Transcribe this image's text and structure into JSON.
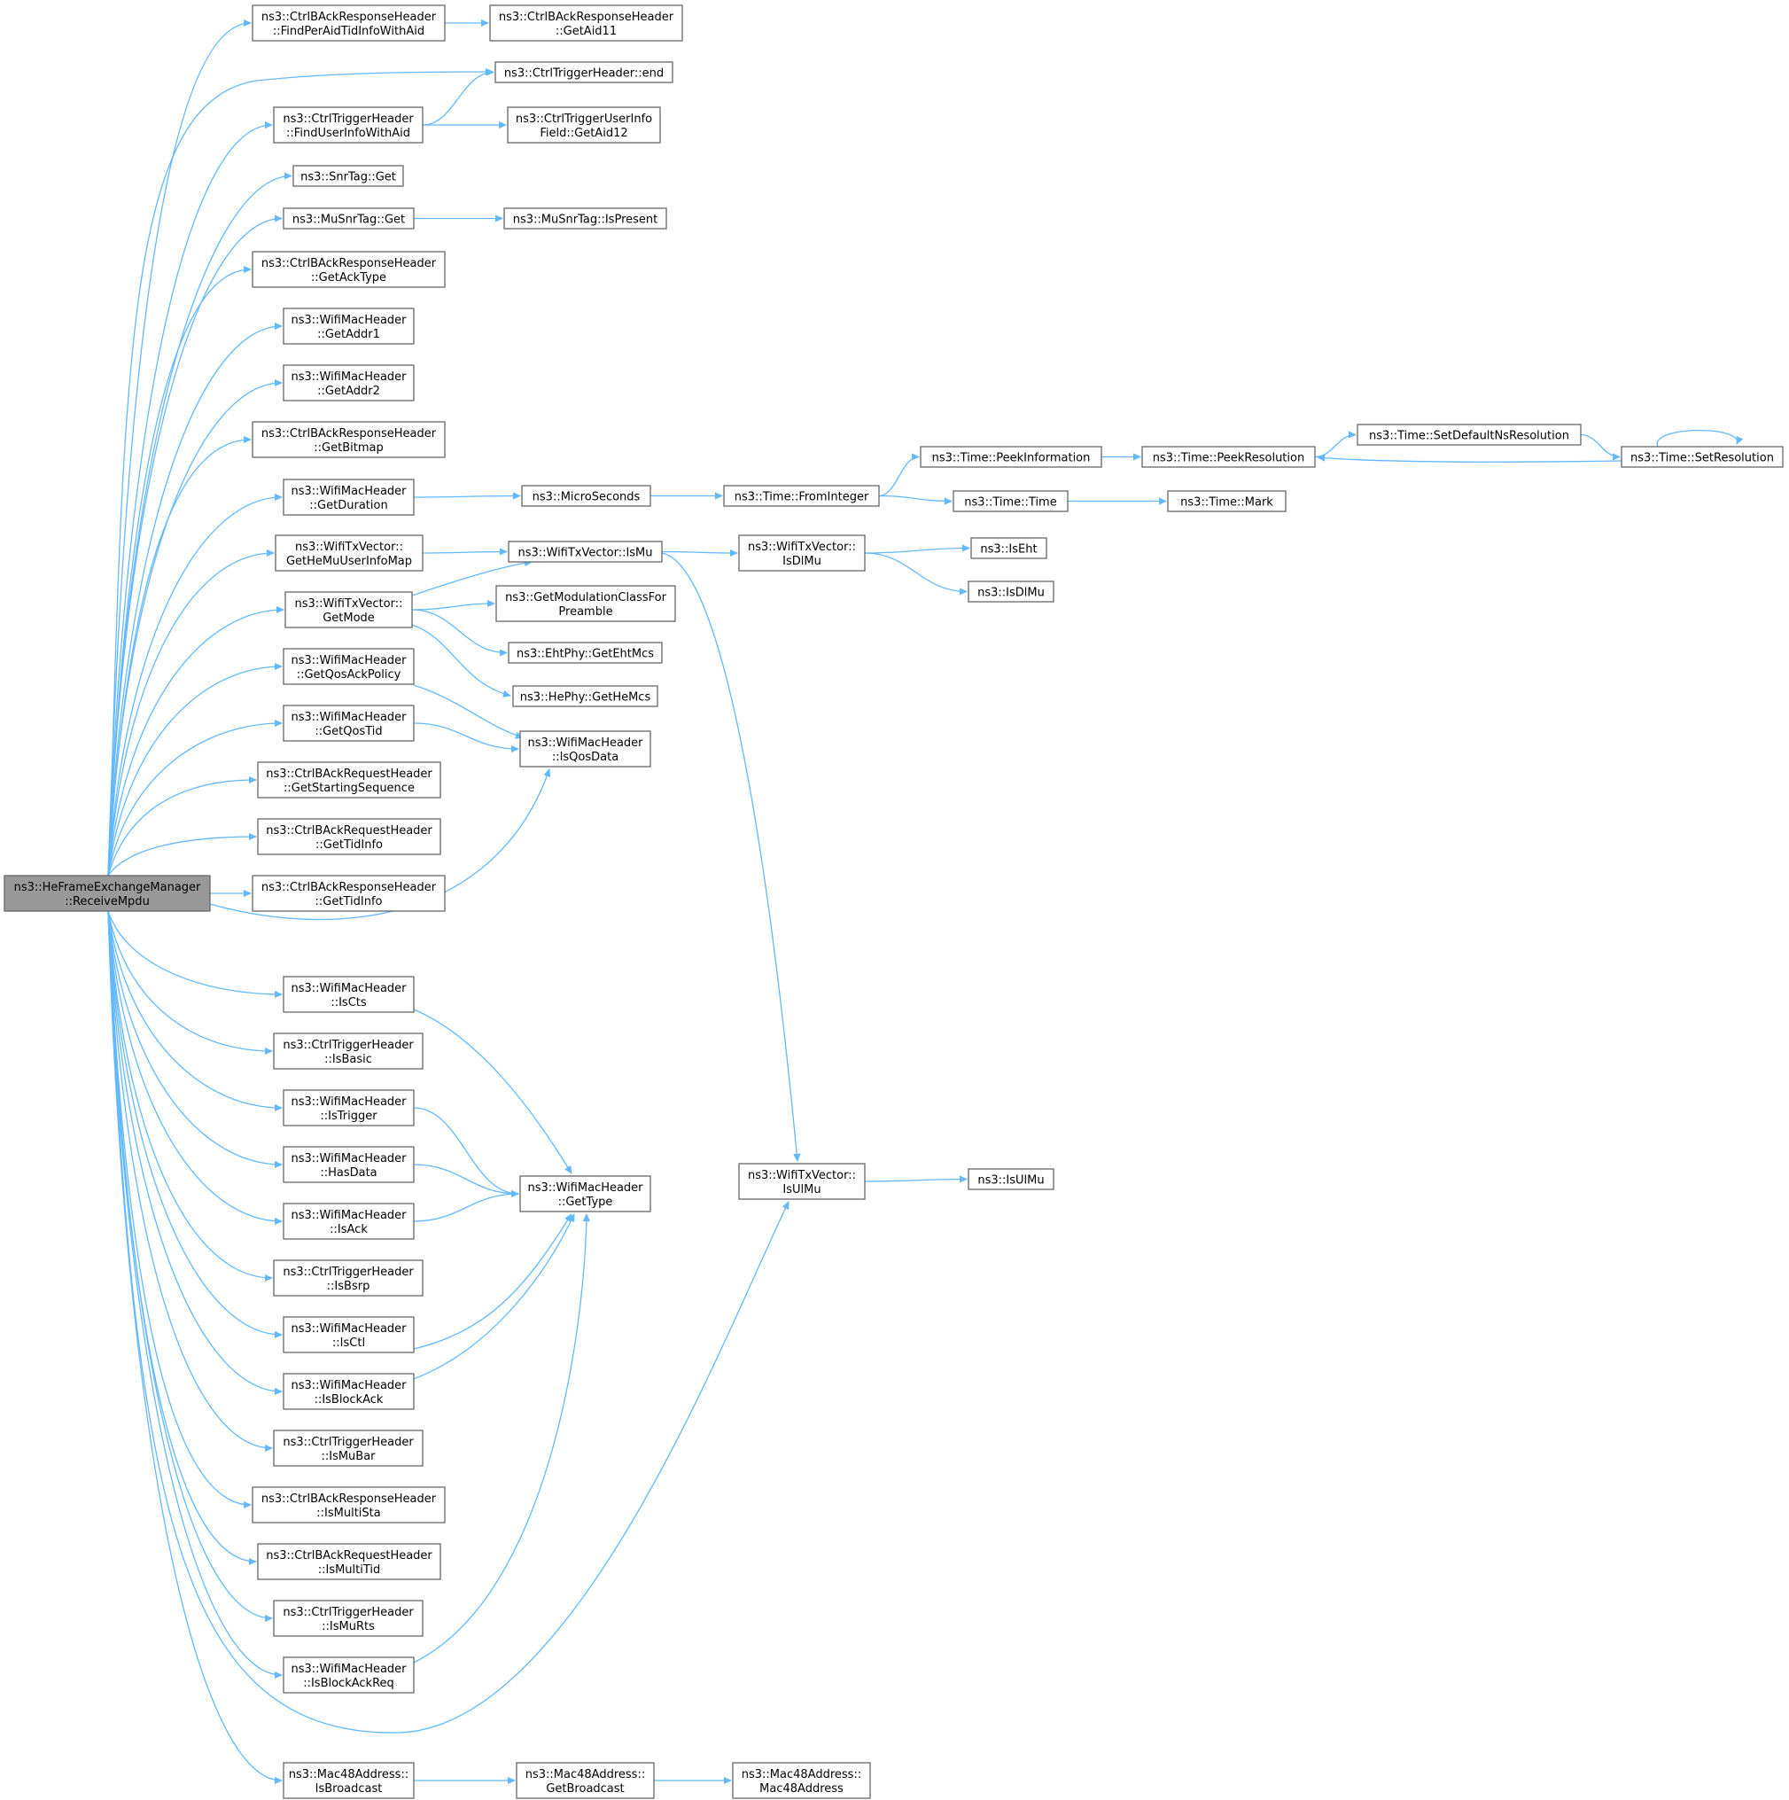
{
  "graph": {
    "colors": {
      "edge": "#63b8ff",
      "node_border": "#666666",
      "node_fill": "#ffffff",
      "root_fill": "#999999"
    },
    "nodes": [
      {
        "id": "root",
        "lines": [
          "ns3::HeFrameExchangeManager",
          "::ReceiveMpdu"
        ],
        "root": true
      },
      {
        "id": "findPerAid",
        "lines": [
          "ns3::CtrlBAckResponseHeader",
          "::FindPerAidTidInfoWithAid"
        ]
      },
      {
        "id": "getAid11",
        "lines": [
          "ns3::CtrlBAckResponseHeader",
          "::GetAid11"
        ]
      },
      {
        "id": "triggerEnd",
        "lines": [
          "ns3::CtrlTriggerHeader::end"
        ]
      },
      {
        "id": "findUserInfo",
        "lines": [
          "ns3::CtrlTriggerHeader",
          "::FindUserInfoWithAid"
        ]
      },
      {
        "id": "getAid12",
        "lines": [
          "ns3::CtrlTriggerUserInfo",
          "Field::GetAid12"
        ]
      },
      {
        "id": "snrGet",
        "lines": [
          "ns3::SnrTag::Get"
        ]
      },
      {
        "id": "muSnrGet",
        "lines": [
          "ns3::MuSnrTag::Get"
        ]
      },
      {
        "id": "muSnrIsPresent",
        "lines": [
          "ns3::MuSnrTag::IsPresent"
        ]
      },
      {
        "id": "getAckType",
        "lines": [
          "ns3::CtrlBAckResponseHeader",
          "::GetAckType"
        ]
      },
      {
        "id": "getAddr1",
        "lines": [
          "ns3::WifiMacHeader",
          "::GetAddr1"
        ]
      },
      {
        "id": "getAddr2",
        "lines": [
          "ns3::WifiMacHeader",
          "::GetAddr2"
        ]
      },
      {
        "id": "getBitmap",
        "lines": [
          "ns3::CtrlBAckResponseHeader",
          "::GetBitmap"
        ]
      },
      {
        "id": "getDuration",
        "lines": [
          "ns3::WifiMacHeader",
          "::GetDuration"
        ]
      },
      {
        "id": "microSeconds",
        "lines": [
          "ns3::MicroSeconds"
        ]
      },
      {
        "id": "fromInteger",
        "lines": [
          "ns3::Time::FromInteger"
        ]
      },
      {
        "id": "peekInformation",
        "lines": [
          "ns3::Time::PeekInformation"
        ]
      },
      {
        "id": "peekResolution",
        "lines": [
          "ns3::Time::PeekResolution"
        ]
      },
      {
        "id": "setDefaultNsRes",
        "lines": [
          "ns3::Time::SetDefaultNsResolution"
        ]
      },
      {
        "id": "setResolution",
        "lines": [
          "ns3::Time::SetResolution"
        ]
      },
      {
        "id": "timeTime",
        "lines": [
          "ns3::Time::Time"
        ]
      },
      {
        "id": "timeMark",
        "lines": [
          "ns3::Time::Mark"
        ]
      },
      {
        "id": "getHeMuUserInfoMap",
        "lines": [
          "ns3::WifiTxVector::",
          "GetHeMuUserInfoMap"
        ]
      },
      {
        "id": "txIsMu",
        "lines": [
          "ns3::WifiTxVector::IsMu"
        ]
      },
      {
        "id": "txIsDlMu",
        "lines": [
          "ns3::WifiTxVector::",
          "IsDlMu"
        ]
      },
      {
        "id": "isEht",
        "lines": [
          "ns3::IsEht"
        ]
      },
      {
        "id": "isDlMu",
        "lines": [
          "ns3::IsDlMu"
        ]
      },
      {
        "id": "getMode",
        "lines": [
          "ns3::WifiTxVector::",
          "GetMode"
        ]
      },
      {
        "id": "getModClass",
        "lines": [
          "ns3::GetModulationClassFor",
          "Preamble"
        ]
      },
      {
        "id": "getEhtMcs",
        "lines": [
          "ns3::EhtPhy::GetEhtMcs"
        ]
      },
      {
        "id": "getHeMcs",
        "lines": [
          "ns3::HePhy::GetHeMcs"
        ]
      },
      {
        "id": "getQosAckPolicy",
        "lines": [
          "ns3::WifiMacHeader",
          "::GetQosAckPolicy"
        ]
      },
      {
        "id": "getQosTid",
        "lines": [
          "ns3::WifiMacHeader",
          "::GetQosTid"
        ]
      },
      {
        "id": "isQosData",
        "lines": [
          "ns3::WifiMacHeader",
          "::IsQosData"
        ]
      },
      {
        "id": "getStartingSeq",
        "lines": [
          "ns3::CtrlBAckRequestHeader",
          "::GetStartingSequence"
        ]
      },
      {
        "id": "reqGetTidInfo",
        "lines": [
          "ns3::CtrlBAckRequestHeader",
          "::GetTidInfo"
        ]
      },
      {
        "id": "respGetTidInfo",
        "lines": [
          "ns3::CtrlBAckResponseHeader",
          "::GetTidInfo"
        ]
      },
      {
        "id": "isCts",
        "lines": [
          "ns3::WifiMacHeader",
          "::IsCts"
        ]
      },
      {
        "id": "isBasic",
        "lines": [
          "ns3::CtrlTriggerHeader",
          "::IsBasic"
        ]
      },
      {
        "id": "isTrigger",
        "lines": [
          "ns3::WifiMacHeader",
          "::IsTrigger"
        ]
      },
      {
        "id": "hasData",
        "lines": [
          "ns3::WifiMacHeader",
          "::HasData"
        ]
      },
      {
        "id": "getType",
        "lines": [
          "ns3::WifiMacHeader",
          "::GetType"
        ]
      },
      {
        "id": "txIsUlMu",
        "lines": [
          "ns3::WifiTxVector::",
          "IsUlMu"
        ]
      },
      {
        "id": "isUlMu",
        "lines": [
          "ns3::IsUlMu"
        ]
      },
      {
        "id": "isAck",
        "lines": [
          "ns3::WifiMacHeader",
          "::IsAck"
        ]
      },
      {
        "id": "isBsrp",
        "lines": [
          "ns3::CtrlTriggerHeader",
          "::IsBsrp"
        ]
      },
      {
        "id": "isCtl",
        "lines": [
          "ns3::WifiMacHeader",
          "::IsCtl"
        ]
      },
      {
        "id": "isBlockAck",
        "lines": [
          "ns3::WifiMacHeader",
          "::IsBlockAck"
        ]
      },
      {
        "id": "isMuBar",
        "lines": [
          "ns3::CtrlTriggerHeader",
          "::IsMuBar"
        ]
      },
      {
        "id": "isMultiSta",
        "lines": [
          "ns3::CtrlBAckResponseHeader",
          "::IsMultiSta"
        ]
      },
      {
        "id": "isMultiTid",
        "lines": [
          "ns3::CtrlBAckRequestHeader",
          "::IsMultiTid"
        ]
      },
      {
        "id": "isMuRts",
        "lines": [
          "ns3::CtrlTriggerHeader",
          "::IsMuRts"
        ]
      },
      {
        "id": "isBlockAckReq",
        "lines": [
          "ns3::WifiMacHeader",
          "::IsBlockAckReq"
        ]
      },
      {
        "id": "isBroadcast",
        "lines": [
          "ns3::Mac48Address::",
          "IsBroadcast"
        ]
      },
      {
        "id": "getBroadcast",
        "lines": [
          "ns3::Mac48Address::",
          "GetBroadcast"
        ]
      },
      {
        "id": "mac48Address",
        "lines": [
          "ns3::Mac48Address::",
          "Mac48Address"
        ]
      }
    ],
    "edges": [
      [
        "root",
        "findPerAid"
      ],
      [
        "findPerAid",
        "getAid11"
      ],
      [
        "root",
        "triggerEnd"
      ],
      [
        "root",
        "findUserInfo"
      ],
      [
        "findUserInfo",
        "triggerEnd"
      ],
      [
        "findUserInfo",
        "getAid12"
      ],
      [
        "root",
        "snrGet"
      ],
      [
        "root",
        "muSnrGet"
      ],
      [
        "muSnrGet",
        "muSnrIsPresent"
      ],
      [
        "root",
        "getAckType"
      ],
      [
        "root",
        "getAddr1"
      ],
      [
        "root",
        "getAddr2"
      ],
      [
        "root",
        "getBitmap"
      ],
      [
        "root",
        "getDuration"
      ],
      [
        "getDuration",
        "microSeconds"
      ],
      [
        "microSeconds",
        "fromInteger"
      ],
      [
        "fromInteger",
        "peekInformation"
      ],
      [
        "fromInteger",
        "timeTime"
      ],
      [
        "peekInformation",
        "peekResolution"
      ],
      [
        "peekResolution",
        "setDefaultNsRes"
      ],
      [
        "setDefaultNsRes",
        "setResolution"
      ],
      [
        "setResolution",
        "peekResolution"
      ],
      [
        "setResolution",
        "setResolution"
      ],
      [
        "timeTime",
        "timeMark"
      ],
      [
        "root",
        "getHeMuUserInfoMap"
      ],
      [
        "getHeMuUserInfoMap",
        "txIsMu"
      ],
      [
        "txIsMu",
        "txIsDlMu"
      ],
      [
        "txIsMu",
        "txIsUlMu"
      ],
      [
        "txIsDlMu",
        "isEht"
      ],
      [
        "txIsDlMu",
        "isDlMu"
      ],
      [
        "root",
        "getMode"
      ],
      [
        "getMode",
        "txIsMu"
      ],
      [
        "getMode",
        "getModClass"
      ],
      [
        "getMode",
        "getEhtMcs"
      ],
      [
        "getMode",
        "getHeMcs"
      ],
      [
        "root",
        "getQosAckPolicy"
      ],
      [
        "getQosAckPolicy",
        "isQosData"
      ],
      [
        "root",
        "getQosTid"
      ],
      [
        "getQosTid",
        "isQosData"
      ],
      [
        "root",
        "getStartingSeq"
      ],
      [
        "root",
        "reqGetTidInfo"
      ],
      [
        "root",
        "respGetTidInfo"
      ],
      [
        "root",
        "isQosData"
      ],
      [
        "root",
        "isCts"
      ],
      [
        "isCts",
        "getType"
      ],
      [
        "root",
        "isBasic"
      ],
      [
        "root",
        "isTrigger"
      ],
      [
        "isTrigger",
        "getType"
      ],
      [
        "root",
        "hasData"
      ],
      [
        "hasData",
        "getType"
      ],
      [
        "root",
        "isAck"
      ],
      [
        "isAck",
        "getType"
      ],
      [
        "root",
        "isBsrp"
      ],
      [
        "root",
        "isCtl"
      ],
      [
        "isCtl",
        "getType"
      ],
      [
        "root",
        "isBlockAck"
      ],
      [
        "isBlockAck",
        "getType"
      ],
      [
        "root",
        "isMuBar"
      ],
      [
        "root",
        "isMultiSta"
      ],
      [
        "root",
        "isMultiTid"
      ],
      [
        "root",
        "isMuRts"
      ],
      [
        "root",
        "isBlockAckReq"
      ],
      [
        "isBlockAckReq",
        "getType"
      ],
      [
        "root",
        "txIsUlMu"
      ],
      [
        "txIsUlMu",
        "isUlMu"
      ],
      [
        "root",
        "isBroadcast"
      ],
      [
        "isBroadcast",
        "getBroadcast"
      ],
      [
        "getBroadcast",
        "mac48Address"
      ]
    ]
  }
}
